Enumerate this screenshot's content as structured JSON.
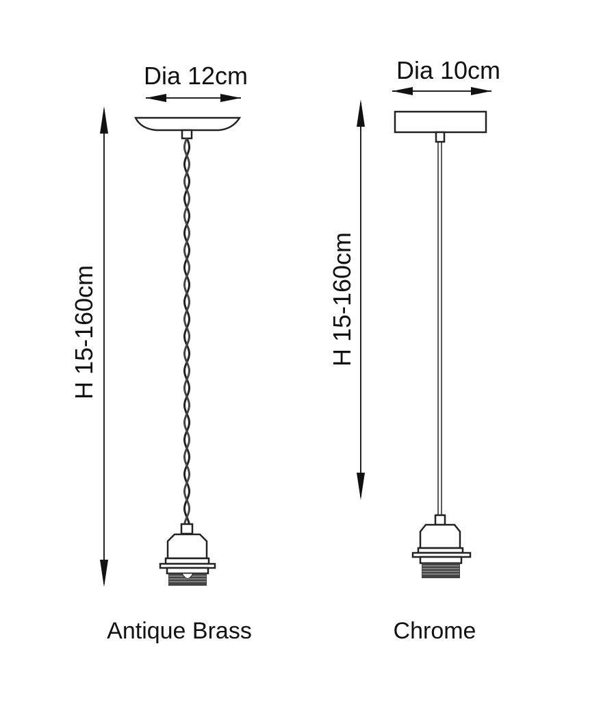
{
  "products": [
    {
      "name": "Antique Brass",
      "diameter_label": "Dia 12cm",
      "height_label": "H 15-160cm",
      "cord": "twisted",
      "canopy": "dish"
    },
    {
      "name": "Chrome",
      "diameter_label": "Dia 10cm",
      "height_label": "H 15-160cm",
      "cord": "straight",
      "canopy": "flat"
    }
  ],
  "colors": {
    "line": "#222222",
    "background": "#ffffff"
  }
}
